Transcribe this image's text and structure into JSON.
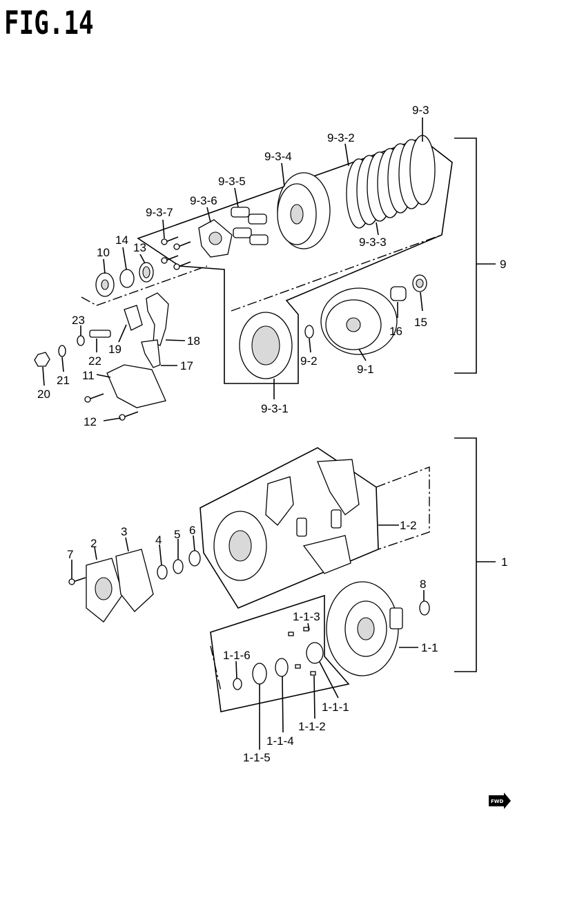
{
  "figure_title": "FIG.14",
  "labels": {
    "9-3": "9-3",
    "9-3-2": "9-3-2",
    "9-3-4": "9-3-4",
    "9-3-5": "9-3-5",
    "9-3-6": "9-3-6",
    "9-3-7": "9-3-7",
    "9-3-3": "9-3-3",
    "9": "9",
    "10": "10",
    "14": "14",
    "13": "13",
    "23": "23",
    "19": "19",
    "18": "18",
    "22": "22",
    "17": "17",
    "11": "11",
    "21": "21",
    "20": "20",
    "12": "12",
    "9-2": "9-2",
    "9-1": "9-1",
    "16": "16",
    "15": "15",
    "9-3-1": "9-3-1",
    "1-2": "1-2",
    "1": "1",
    "2": "2",
    "3": "3",
    "4": "4",
    "5": "5",
    "6": "6",
    "7": "7",
    "8": "8",
    "1-1-3": "1-1-3",
    "1-1-6": "1-1-6",
    "1-1": "1-1",
    "1-1-1": "1-1-1",
    "1-1-2": "1-1-2",
    "1-1-4": "1-1-4",
    "1-1-5": "1-1-5"
  },
  "fwd_mark": "FWD"
}
